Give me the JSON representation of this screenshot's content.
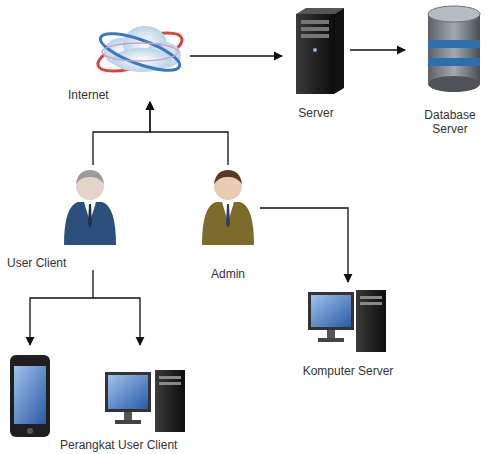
{
  "diagram": {
    "nodes": [
      {
        "text": [
          "Internet"
        ]
      },
      {
        "text": [
          "Server"
        ]
      },
      {
        "text": [
          "Database Server"
        ]
      },
      {
        "text": [
          "User Client"
        ]
      },
      {
        "text": [
          "Admin"
        ]
      },
      {
        "text": [
          "Komputer Server"
        ]
      },
      {
        "text": [
          "Perangkat User Client"
        ]
      }
    ],
    "edges": [
      {
        "from": 3,
        "to": 0,
        "arrow": "to"
      },
      {
        "from": 4,
        "to": 0,
        "arrow": "to"
      },
      {
        "from": 0,
        "to": 1,
        "arrow": "to"
      },
      {
        "from": 1,
        "to": 2,
        "arrow": "to"
      },
      {
        "from": 4,
        "to": 5,
        "arrow": "to"
      },
      {
        "from": 3,
        "to": 6,
        "arrow": "to"
      }
    ]
  }
}
